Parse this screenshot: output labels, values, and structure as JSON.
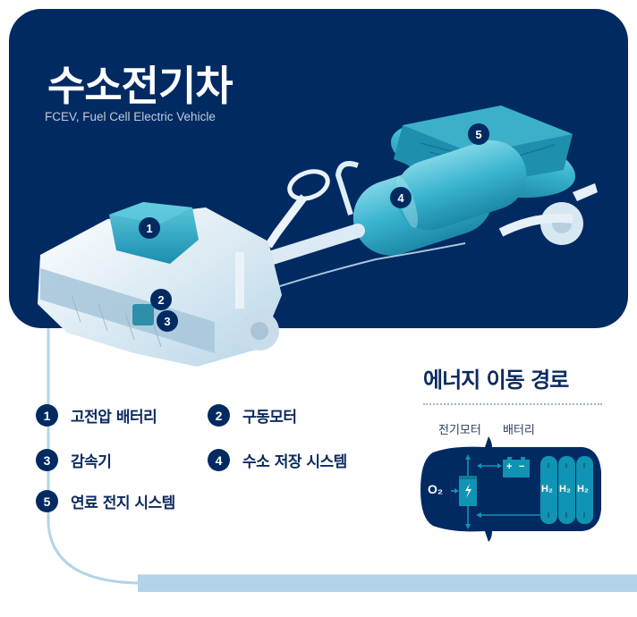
{
  "hero": {
    "title": "수소전기차",
    "subtitle": "FCEV, Fuel Cell Electric Vehicle",
    "background_color": "#012a62"
  },
  "chassis_badges": [
    {
      "number": "1",
      "component": "high-voltage-battery"
    },
    {
      "number": "2",
      "component": "drive-motor"
    },
    {
      "number": "3",
      "component": "reducer"
    },
    {
      "number": "4",
      "component": "hydrogen-storage-system"
    },
    {
      "number": "5",
      "component": "fuel-cell-system"
    }
  ],
  "legend": {
    "items": [
      {
        "number": "1",
        "label": "고전압 배터리"
      },
      {
        "number": "2",
        "label": "구동모터"
      },
      {
        "number": "3",
        "label": "감속기"
      },
      {
        "number": "4",
        "label": "수소 저장 시스템"
      },
      {
        "number": "5",
        "label": "연료 전지 시스템"
      }
    ]
  },
  "energy_path": {
    "title": "에너지 이동 경로",
    "captions": {
      "motor": "전기모터",
      "battery": "배터리"
    },
    "diagram": {
      "oxygen_label": "O₂",
      "battery_plus": "+",
      "battery_minus": "−",
      "tanks": [
        "H₂",
        "H₂",
        "H₂"
      ],
      "fuel_cell_icon": "lightning-icon"
    }
  },
  "colors": {
    "navy": "#012a62",
    "teal": "#1193b3",
    "light_blue_line": "#b3d4e8",
    "dotted_rule": "#9bb7d9"
  }
}
